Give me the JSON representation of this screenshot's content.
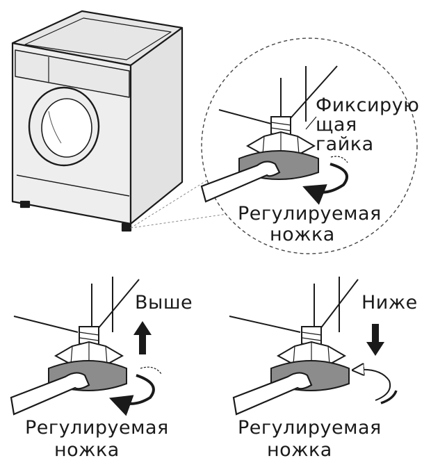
{
  "labels": {
    "lock_nut_line1": "Фиксирую",
    "lock_nut_line2": "щая",
    "lock_nut_line3": "гайка",
    "adjustable_foot_line1": "Регулируемая",
    "adjustable_foot_line2": "ножка",
    "higher": "Выше",
    "lower": "Ниже"
  },
  "colors": {
    "ink": "#1a1a1a",
    "machine_fill": "#f2f2f2",
    "foot_grey": "#8c8c8c"
  }
}
